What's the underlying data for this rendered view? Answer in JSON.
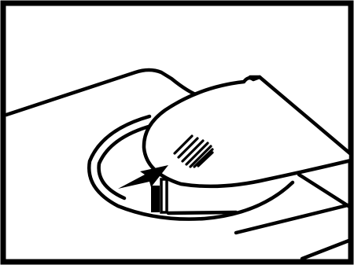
{
  "illustration": {
    "style": "black line-art instruction drawing",
    "line_color": "#000000",
    "fill_color": "#ffffff",
    "elements": [
      "frame-border",
      "device-housing",
      "recessed-opening",
      "finger-pad",
      "fingerprint-ridges",
      "release-tab",
      "pointer-arrow"
    ]
  }
}
